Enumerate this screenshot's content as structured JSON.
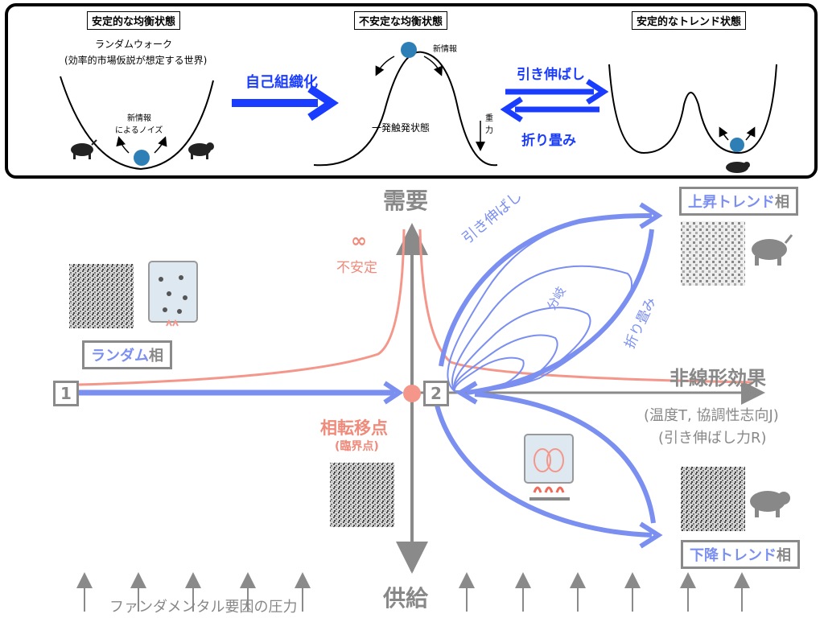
{
  "top": {
    "panel1": {
      "title": "安定的な均衡状態",
      "line1": "ランダムウォーク",
      "line2": "(効率的市場仮説が想定する世界)",
      "noise1": "新情報",
      "noise2": "によるノイズ"
    },
    "arrow_self_org": "自己組織化",
    "panel2": {
      "title": "不安定な均衡状態",
      "new_info": "新情報",
      "label": "一発触発状態",
      "gravity": "重\n力"
    },
    "arrow_stretch": "引き伸ばし",
    "arrow_fold": "折り畳み",
    "panel3": {
      "title": "安定的なトレンド状態"
    }
  },
  "main": {
    "demand": "需要",
    "supply": "供給",
    "nonlinear": "非線形効果",
    "nonlinear_sub1": "(温度T, 協調性志向J)",
    "nonlinear_sub2": "(引き伸ばし力R)",
    "infinity": "∞",
    "unstable": "不安定",
    "stretch": "引き伸ばし",
    "bifurcation": "分岐",
    "fold": "折り畳み",
    "up_trend_a": "上昇トレンド",
    "up_trend_b": "相",
    "down_trend_a": "下降トレンド",
    "down_trend_b": "相",
    "random_a": "ランダム",
    "random_b": "相",
    "transition": "相転移点",
    "critical": "(臨界点)",
    "num1": "1",
    "num2": "2",
    "fundamental": "ファンダメンタル要因の圧力"
  },
  "colors": {
    "blue": "#7b8ff0",
    "salmon": "#f4968a",
    "gray": "#8a8a8a",
    "arrowblue": "#1a3cff"
  }
}
